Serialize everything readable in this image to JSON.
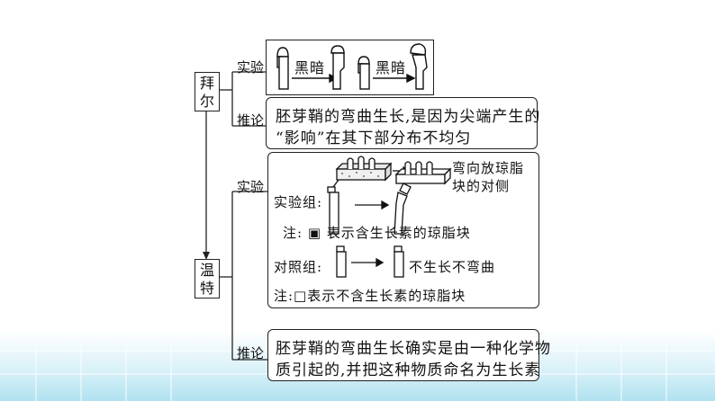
{
  "scientists": {
    "bayer": "拜尔",
    "went": "温特"
  },
  "labels": {
    "experiment": "实验",
    "inference": "推论"
  },
  "bayer": {
    "dark_1": "黑暗",
    "dark_2": "黑暗",
    "inference_line1": "胚芽鞘的弯曲生长,是因为尖端产生的",
    "inference_line2": "“影响”在其下部分布不均匀"
  },
  "went": {
    "side_note_line1": "弯向放琼脂",
    "side_note_line2": "块的对侧",
    "experiment_group": "实验组:",
    "note_experiment": "注: ▣ 表示含生长素的琼脂块",
    "control_group": "对照组:",
    "control_result": "不生长不弯曲",
    "note_control": "注:□表示不含生长素的琼脂块",
    "inference_line1": "胚芽鞘的弯曲生长确实是由一种化学物",
    "inference_line2": "质引起的,并把这种物质命名为生长素"
  },
  "colors": {
    "line": "#222222",
    "band_light": "#d6f0f8",
    "band_dark": "#b0e2f0"
  }
}
